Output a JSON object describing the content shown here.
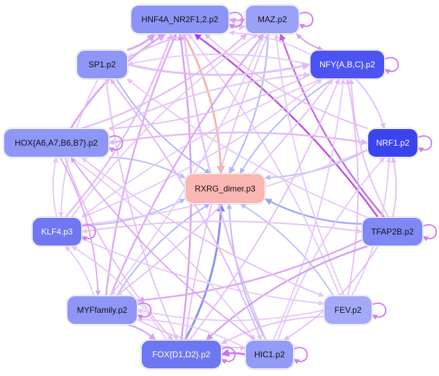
{
  "nodes": [
    {
      "id": "hnf4a",
      "label": "HNF4A_NR2F1,2.p2",
      "color": "#8c94f6",
      "text": "#111111"
    },
    {
      "id": "maz",
      "label": "MAZ.p2",
      "color": "#9aa1f6",
      "text": "#111111"
    },
    {
      "id": "sp1",
      "label": "SP1.p2",
      "color": "#8f97f6",
      "text": "#111111"
    },
    {
      "id": "nfy",
      "label": "NFY{A,B,C}.p2",
      "color": "#4b54f0",
      "text": "#ffffff"
    },
    {
      "id": "hox",
      "label": "HOX{A6,A7,B6,B7}.p2",
      "color": "#8e96f6",
      "text": "#111111"
    },
    {
      "id": "nrf1",
      "label": "NRF1.p2",
      "color": "#3a44ee",
      "text": "#ffffff"
    },
    {
      "id": "rxrg",
      "label": "RXRG_dimer.p3",
      "color": "#fbb7b3",
      "text": "#111111"
    },
    {
      "id": "klf4",
      "label": "KLF4.p3",
      "color": "#6f78f2",
      "text": "#ffffff"
    },
    {
      "id": "tfap2b",
      "label": "TFAP2B.p2",
      "color": "#7f88f4",
      "text": "#111111"
    },
    {
      "id": "myf",
      "label": "MYFfamily.p2",
      "color": "#8e96f6",
      "text": "#111111"
    },
    {
      "id": "fev",
      "label": "FEV.p2",
      "color": "#a4aaf7",
      "text": "#111111"
    },
    {
      "id": "fox",
      "label": "FOX{D1,D2}.p2",
      "color": "#6e77f2",
      "text": "#ffffff"
    },
    {
      "id": "hic1",
      "label": "HIC1.p2",
      "color": "#939bf6",
      "text": "#111111"
    }
  ],
  "edges": [
    {
      "from": "hnf4a",
      "to": "rxrg",
      "color": "#f6ad9d",
      "weight": 3
    },
    {
      "from": "tfap2b",
      "to": "hnf4a",
      "color": "#b43ae6",
      "weight": 2.5
    },
    {
      "from": "tfap2b",
      "to": "maz",
      "color": "#c15cea",
      "weight": 2.5
    },
    {
      "from": "fox",
      "to": "rxrg",
      "color": "#7c85f2",
      "weight": 3
    },
    {
      "from": "tfap2b",
      "to": "rxrg",
      "color": "#9aa2f4",
      "weight": 2.5
    },
    {
      "from": "hic1",
      "to": "fox",
      "color": "#c670ee",
      "weight": 3
    },
    {
      "from": "maz",
      "to": "rxrg",
      "color": "#b3b9f6",
      "weight": 2.5
    },
    {
      "from": "nfy",
      "to": "rxrg",
      "color": "#aab1f6",
      "weight": 2
    },
    {
      "from": "nrf1",
      "to": "rxrg",
      "color": "#b6bcf7",
      "weight": 2
    },
    {
      "from": "sp1",
      "to": "rxrg",
      "color": "#a6adf5",
      "weight": 2
    },
    {
      "from": "hox",
      "to": "rxrg",
      "color": "#b2b8f6",
      "weight": 2
    },
    {
      "from": "klf4",
      "to": "rxrg",
      "color": "#b2b8f6",
      "weight": 2
    },
    {
      "from": "myf",
      "to": "rxrg",
      "color": "#aab1f5",
      "weight": 2
    },
    {
      "from": "fev",
      "to": "rxrg",
      "color": "#b8bdf7",
      "weight": 2
    },
    {
      "from": "hic1",
      "to": "rxrg",
      "color": "#aeb4f6",
      "weight": 2
    },
    {
      "from": "sp1",
      "to": "hnf4a",
      "color": "#d9a0f2",
      "weight": 3
    },
    {
      "from": "hox",
      "to": "hnf4a",
      "color": "#d9a0f2",
      "weight": 3
    },
    {
      "from": "klf4",
      "to": "hnf4a",
      "color": "#e2b8f5",
      "weight": 2.5
    },
    {
      "from": "myf",
      "to": "hnf4a",
      "color": "#d9a0f2",
      "weight": 2.5
    },
    {
      "from": "fox",
      "to": "hnf4a",
      "color": "#d193f0",
      "weight": 2.5
    },
    {
      "from": "hic1",
      "to": "hnf4a",
      "color": "#e2b8f5",
      "weight": 2.5
    },
    {
      "from": "fev",
      "to": "hnf4a",
      "color": "#e6c4f6",
      "weight": 2
    },
    {
      "from": "nrf1",
      "to": "hnf4a",
      "color": "#e2b8f5",
      "weight": 2
    },
    {
      "from": "nfy",
      "to": "hnf4a",
      "color": "#e6c4f6",
      "weight": 2
    },
    {
      "from": "maz",
      "to": "hnf4a",
      "color": "#d9a0f2",
      "weight": 2.5
    },
    {
      "from": "hnf4a",
      "to": "maz",
      "color": "#d9a0f2",
      "weight": 2
    },
    {
      "from": "sp1",
      "to": "maz",
      "color": "#e2b8f5",
      "weight": 2.5
    },
    {
      "from": "sp1",
      "to": "nfy",
      "color": "#e2b8f5",
      "weight": 3
    },
    {
      "from": "hox",
      "to": "nfy",
      "color": "#e6c4f6",
      "weight": 2.5
    },
    {
      "from": "hox",
      "to": "maz",
      "color": "#e2b8f5",
      "weight": 2.5
    },
    {
      "from": "hox",
      "to": "nrf1",
      "color": "#e2b8f5",
      "weight": 2.5
    },
    {
      "from": "klf4",
      "to": "nfy",
      "color": "#e6c4f6",
      "weight": 2
    },
    {
      "from": "klf4",
      "to": "maz",
      "color": "#e6c4f6",
      "weight": 2
    },
    {
      "from": "myf",
      "to": "nfy",
      "color": "#e2b8f5",
      "weight": 2
    },
    {
      "from": "myf",
      "to": "maz",
      "color": "#d9a0f2",
      "weight": 2.5
    },
    {
      "from": "fox",
      "to": "nfy",
      "color": "#e2b8f5",
      "weight": 2
    },
    {
      "from": "fox",
      "to": "maz",
      "color": "#e2b8f5",
      "weight": 2
    },
    {
      "from": "hic1",
      "to": "nfy",
      "color": "#e6c4f6",
      "weight": 2
    },
    {
      "from": "hic1",
      "to": "nrf1",
      "color": "#e6c4f6",
      "weight": 2
    },
    {
      "from": "fev",
      "to": "nfy",
      "color": "#e2b8f5",
      "weight": 2
    },
    {
      "from": "fev",
      "to": "maz",
      "color": "#e6c4f6",
      "weight": 2
    },
    {
      "from": "fev",
      "to": "nrf1",
      "color": "#e6c4f6",
      "weight": 2
    },
    {
      "from": "tfap2b",
      "to": "nfy",
      "color": "#e2b8f5",
      "weight": 2
    },
    {
      "from": "tfap2b",
      "to": "nrf1",
      "color": "#e2b8f5",
      "weight": 2
    },
    {
      "from": "tfap2b",
      "to": "sp1",
      "color": "#e6c4f6",
      "weight": 2
    },
    {
      "from": "tfap2b",
      "to": "klf4",
      "color": "#e6c4f6",
      "weight": 2
    },
    {
      "from": "tfap2b",
      "to": "myf",
      "color": "#d9a0f2",
      "weight": 2.5
    },
    {
      "from": "tfap2b",
      "to": "fox",
      "color": "#d193f0",
      "weight": 2.5
    },
    {
      "from": "tfap2b",
      "to": "hic1",
      "color": "#e2b8f5",
      "weight": 2
    },
    {
      "from": "nfy",
      "to": "sp1",
      "color": "#e6c4f6",
      "weight": 2
    },
    {
      "from": "nfy",
      "to": "hox",
      "color": "#e2b8f5",
      "weight": 2
    },
    {
      "from": "nfy",
      "to": "klf4",
      "color": "#e6c4f6",
      "weight": 2
    },
    {
      "from": "nfy",
      "to": "myf",
      "color": "#e6c4f6",
      "weight": 2
    },
    {
      "from": "nrf1",
      "to": "hox",
      "color": "#e2b8f5",
      "weight": 2
    },
    {
      "from": "nrf1",
      "to": "klf4",
      "color": "#e6c4f6",
      "weight": 2
    },
    {
      "from": "maz",
      "to": "sp1",
      "color": "#e6c4f6",
      "weight": 2
    },
    {
      "from": "maz",
      "to": "myf",
      "color": "#e6c4f6",
      "weight": 2
    },
    {
      "from": "sp1",
      "to": "fox",
      "color": "#e2b8f5",
      "weight": 2
    },
    {
      "from": "sp1",
      "to": "hic1",
      "color": "#e6c4f6",
      "weight": 2
    },
    {
      "from": "sp1",
      "to": "klf4",
      "color": "#e6c4f6",
      "weight": 2
    },
    {
      "from": "hox",
      "to": "myf",
      "color": "#d9a0f2",
      "weight": 2
    },
    {
      "from": "hox",
      "to": "fox",
      "color": "#e2b8f5",
      "weight": 2
    },
    {
      "from": "hox",
      "to": "hic1",
      "color": "#e6c4f6",
      "weight": 2
    },
    {
      "from": "hox",
      "to": "fev",
      "color": "#e6c4f6",
      "weight": 2
    },
    {
      "from": "klf4",
      "to": "hox",
      "color": "#e6c4f6",
      "weight": 2
    },
    {
      "from": "klf4",
      "to": "fev",
      "color": "#e6c4f6",
      "weight": 2
    },
    {
      "from": "klf4",
      "to": "tfap2b",
      "color": "#e6c4f6",
      "weight": 2
    },
    {
      "from": "myf",
      "to": "klf4",
      "color": "#e6c4f6",
      "weight": 2
    },
    {
      "from": "myf",
      "to": "fox",
      "color": "#d9a0f2",
      "weight": 2.5
    },
    {
      "from": "myf",
      "to": "hic1",
      "color": "#e2b8f5",
      "weight": 2
    },
    {
      "from": "fev",
      "to": "myf",
      "color": "#e6c4f6",
      "weight": 2
    },
    {
      "from": "fev",
      "to": "fox",
      "color": "#e2b8f5",
      "weight": 2
    },
    {
      "from": "fev",
      "to": "hox",
      "color": "#e6c4f6",
      "weight": 2
    },
    {
      "from": "fox",
      "to": "klf4",
      "color": "#e6c4f6",
      "weight": 2
    },
    {
      "from": "fox",
      "to": "sp1",
      "color": "#e6c4f6",
      "weight": 2
    },
    {
      "from": "hic1",
      "to": "sp1",
      "color": "#e2b8f5",
      "weight": 2
    },
    {
      "from": "hic1",
      "to": "hox",
      "color": "#d9a0f2",
      "weight": 2
    },
    {
      "from": "hic1",
      "to": "myf",
      "color": "#e6c4f6",
      "weight": 2
    },
    {
      "from": "nfy",
      "to": "nrf1",
      "color": "#e2b8f5",
      "weight": 2
    },
    {
      "from": "maz",
      "to": "nfy",
      "color": "#d9a0f2",
      "weight": 2
    },
    {
      "from": "nfy",
      "to": "maz",
      "color": "#d9a0f2",
      "weight": 2
    }
  ],
  "loops": [
    "hnf4a",
    "maz",
    "nfy",
    "nrf1",
    "hox",
    "klf4",
    "tfap2b",
    "myf",
    "fev",
    "fox",
    "hic1"
  ]
}
